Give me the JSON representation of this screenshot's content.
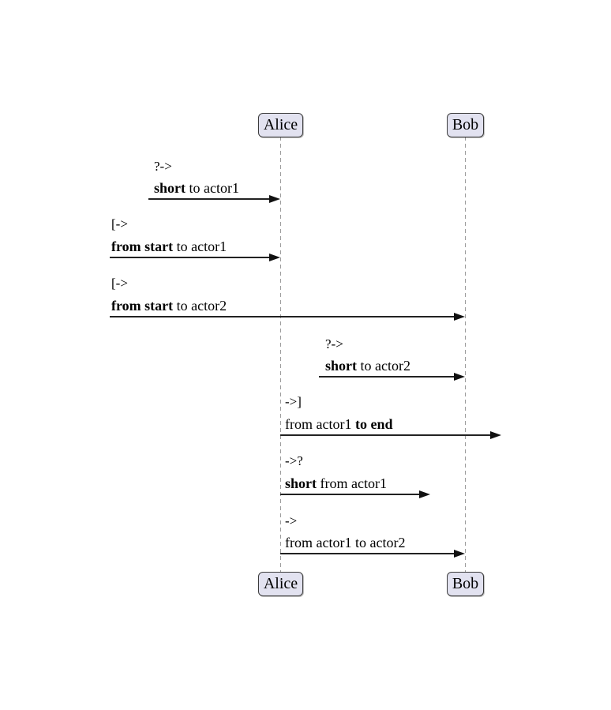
{
  "diagram": {
    "type": "sequence-diagram",
    "actors": [
      {
        "name": "Alice"
      },
      {
        "name": "Bob"
      }
    ],
    "colors": {
      "actor_fill": "#E2E2F0",
      "actor_border": "#3b3b3b",
      "lifeline": "#9a9a9a",
      "arrow": "#1c1c1c",
      "text": "#000000",
      "background": "#ffffff"
    },
    "messages": [
      {
        "code": "?->",
        "from": "short-start",
        "to": "actor1",
        "segments": [
          {
            "text": "short",
            "bold": true
          },
          {
            "text": " to actor1",
            "bold": false
          }
        ]
      },
      {
        "code": "[->",
        "from": "start",
        "to": "actor1",
        "segments": [
          {
            "text": "from start",
            "bold": true
          },
          {
            "text": " to actor1",
            "bold": false
          }
        ]
      },
      {
        "code": "[->",
        "from": "start",
        "to": "actor2",
        "segments": [
          {
            "text": "from start",
            "bold": true
          },
          {
            "text": " to actor2",
            "bold": false
          }
        ]
      },
      {
        "code": "?->",
        "from": "short-start",
        "to": "actor2",
        "segments": [
          {
            "text": "short",
            "bold": true
          },
          {
            "text": " to actor2",
            "bold": false
          }
        ]
      },
      {
        "code": "->]",
        "from": "actor1",
        "to": "end",
        "segments": [
          {
            "text": "from actor1 ",
            "bold": false
          },
          {
            "text": "to end",
            "bold": true
          }
        ]
      },
      {
        "code": "->?",
        "from": "actor1",
        "to": "short-end",
        "segments": [
          {
            "text": "short",
            "bold": true
          },
          {
            "text": " from actor1",
            "bold": false
          }
        ]
      },
      {
        "code": "->",
        "from": "actor1",
        "to": "actor2",
        "segments": [
          {
            "text": "from actor1 to actor2",
            "bold": false
          }
        ]
      }
    ]
  }
}
